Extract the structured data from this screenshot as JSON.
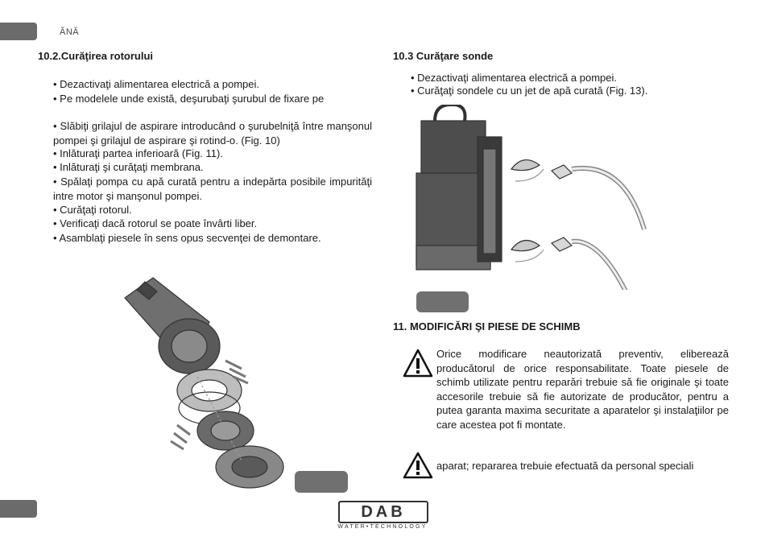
{
  "header": {
    "lang": "ĂNĂ"
  },
  "left": {
    "section_title": "10.2.Curăţirea rotorului",
    "items": [
      "• Dezactivaţi alimentarea electrică a pompei.",
      "• Pe modelele unde există, deşurubaţi şurubul de fixare pe",
      "• Slăbiţi grilajul de aspirare introducând o şurubelniţă între manşonul pompei şi grilajul de aspirare şi rotind-o. (Fig. 10)",
      "• Inlăturaţi partea inferioară (Fig. 11).",
      "• Inlăturaţi şi curăţaţi membrana.",
      "• Spălaţi pompa cu apă curată pentru a indepărta posibile impurităţi intre motor şi manşonul pompei.",
      "• Curăţaţi rotorul.",
      "• Verificaţi dacă rotorul se poate învârti liber.",
      "• Asamblaţi piesele în sens opus secvenţei de demontare."
    ]
  },
  "right": {
    "section_title": "10.3 Curăţare sonde",
    "items": [
      "• Dezactivaţi alimentarea electrică a pompei.",
      "• Curăţaţi sondele cu un jet de apă curată (Fig. 13)."
    ],
    "section2_title": "11. MODIFICĂRI ŞI PIESE DE SCHIMB",
    "warning1": "Orice modificare neautorizată preventiv, eliberează producătorul de orice responsabilitate. Toate piesele de schimb utilizate pentru reparări trebuie să fie originale şi toate accesorile trebuie să fie autorizate de producător, pentru a putea garanta maxima securitate a aparatelor şi instalaţiilor pe care acestea pot fi montate.",
    "warning2": "aparat; repararea trebuie efectuată da personal speciali"
  },
  "logo": {
    "brand": "DAB",
    "tagline": "WATER•TECHNOLOGY"
  },
  "colors": {
    "tab": "#6b6b6b",
    "figlabel": "#707070",
    "text": "#1a1a1a"
  }
}
